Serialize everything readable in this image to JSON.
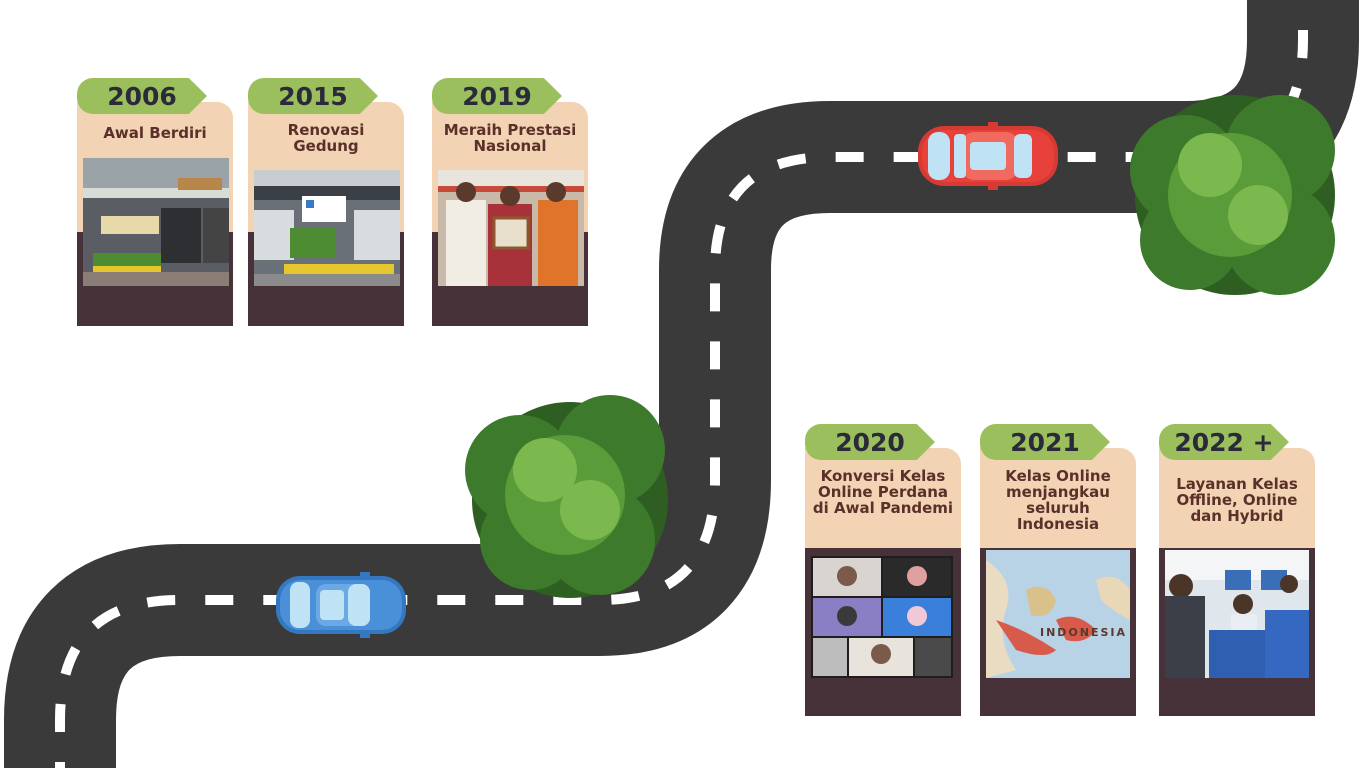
{
  "colors": {
    "road": "#3a3a3a",
    "road_edge": "#ffffff",
    "lane_mark": "#ffffff",
    "tab": "#9cbf5e",
    "label_bg": "#f2d4b4",
    "frame": "#463238",
    "label_text": "#5b2f2a",
    "year_text": "#2b2a3a",
    "car_red": "#e8403a",
    "car_blue": "#4a90d9",
    "tree": "#4e8c34"
  },
  "milestones": [
    {
      "year": "2006",
      "label": "Awal Berdiri",
      "photo": "school-building-photo"
    },
    {
      "year": "2015",
      "label": "Renovasi Gedung",
      "photo": "renovated-building-photo"
    },
    {
      "year": "2019",
      "label": "Meraih Prestasi Nasional",
      "photo": "award-ceremony-photo"
    },
    {
      "year": "2020",
      "label": "Konversi Kelas Online Perdana di Awal Pandemi",
      "photo": "video-call-grid-photo"
    },
    {
      "year": "2021",
      "label": "Kelas Online menjangkau seluruh Indonesia",
      "photo": "indonesia-map-photo"
    },
    {
      "year": "2022 +",
      "label": "Layanan Kelas Offline, Online dan Hybrid",
      "photo": "classroom-computers-photo"
    }
  ],
  "map": {
    "country_label": "INDONESIA"
  }
}
